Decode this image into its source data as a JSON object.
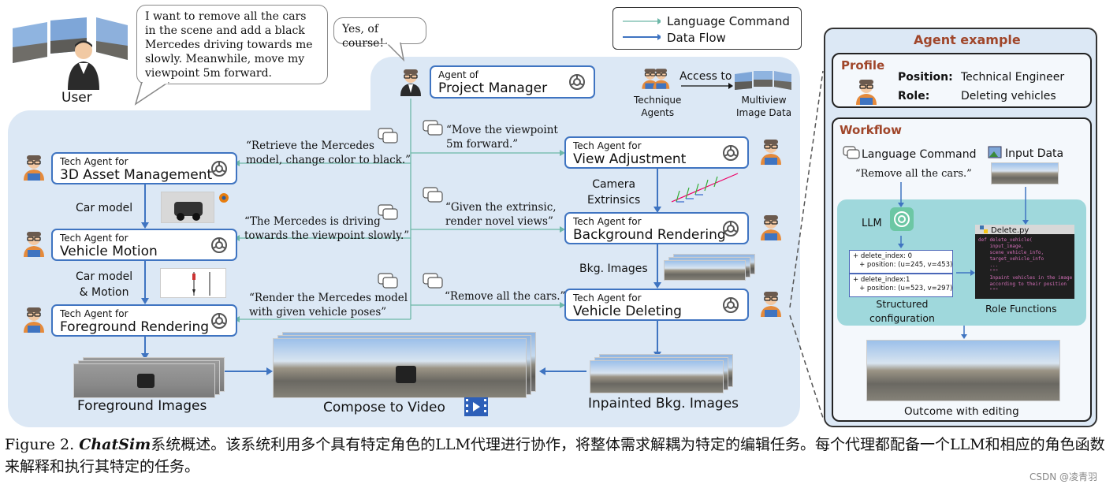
{
  "legend": {
    "language_command": "Language Command",
    "data_flow": "Data Flow",
    "language_color": "#6db7a8",
    "flow_color": "#3f74c1"
  },
  "user": {
    "label": "User",
    "request": "I want to remove all the cars in the scene and add a black Mercedes driving towards me slowly. Meanwhile, move my viewpoint 5m forward.",
    "reply": "Yes, of course!"
  },
  "pm": {
    "small": "Agent of",
    "big": "Project Manager"
  },
  "technique": {
    "agents_label": "Technique\nAgents",
    "access": "Access to",
    "multiview": "Multiview\nImage Data"
  },
  "agents": {
    "asset": {
      "small": "Tech Agent for",
      "big": "3D Asset Management"
    },
    "motion": {
      "small": "Tech Agent for",
      "big": "Vehicle Motion"
    },
    "foreground": {
      "small": "Tech Agent for",
      "big": "Foreground Rendering"
    },
    "view": {
      "small": "Tech Agent for",
      "big": "View Adjustment"
    },
    "background": {
      "small": "Tech Agent for",
      "big": "Background Rendering"
    },
    "deleting": {
      "small": "Tech Agent for",
      "big": "Vehicle Deleting"
    }
  },
  "quotes": {
    "q1": "“Retrieve the Mercedes\nmodel, change color to black.”",
    "q2": "“The Mercedes is driving\ntowards the viewpoint slowly.”",
    "q3": "“Render the Mercedes model\nwith given vehicle poses”",
    "q4": "“Move the viewpoint\n5m forward.”",
    "q5": "“Given the extrinsic,\nrender novel views”",
    "q6": "“Remove all the cars.”"
  },
  "flow_labels": {
    "car_model": "Car model",
    "car_motion": "Car model\n& Motion",
    "camera": "Camera\nExtrinsics",
    "bkg": "Bkg. Images",
    "fg_images": "Foreground Images",
    "compose": "Compose to Video",
    "inpainted": "Inpainted Bkg. Images"
  },
  "example": {
    "title": "Agent example",
    "profile_title": "Profile",
    "position_key": "Position:",
    "position_val": "Technical Engineer",
    "role_key": "Role:",
    "role_val": "Deleting vehicles",
    "workflow_title": "Workflow",
    "lang_cmd": "Language Command",
    "input_data": "Input Data",
    "cmd_quote": "“Remove all the cars.”",
    "llm": "LLM",
    "file": "Delete.py",
    "code": "def delete_vehicle(\n    input_image,\n    scene_vehicle_info,\n    target_vehicle_info\n    ...\n    \"\"\"\n    Inpaint vehicles in the image\n    according to their position\n    \"\"\"",
    "conf1": "+ delete_index: 0\n   + position: (u=245, v=453)",
    "conf2": "+ delete_index:1\n   + position: (u=523, v=297)",
    "structured": "Structured\nconfiguration",
    "role_functions": "Role Functions",
    "outcome": "Outcome with editing"
  },
  "caption": {
    "fig": "Figure 2.",
    "name": "ChatSim",
    "text": "系统概述。该系统利用多个具有特定角色的LLM代理进行协作，将整体需求解耦为特定的编辑任务。每个代理都配备一个LLM和相应的角色函数来解释和执行其特定的任务。"
  },
  "watermark": "CSDN @凌青羽"
}
